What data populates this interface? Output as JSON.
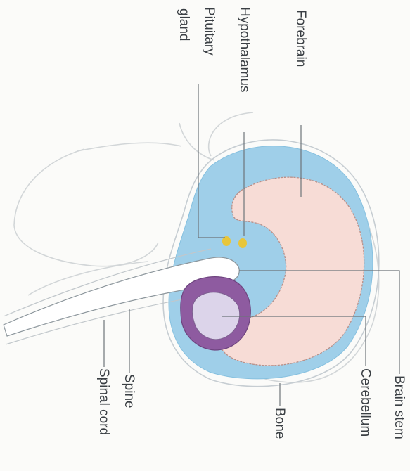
{
  "labels": {
    "forebrain": "Forebrain",
    "hypothalamus": "Hypothalamus",
    "pituitary_line1": "Pituitary",
    "pituitary_line2": "gland",
    "brain_stem": "Brain stem",
    "cerebellum": "Cerebellum",
    "bone": "Bone",
    "spine": "Spine",
    "spinal_cord": "Spinal cord"
  },
  "colors": {
    "fluid_blue": "#9fcfe9",
    "forebrain_pink": "#f7dcd6",
    "cerebellum_outer": "#8e5ba0",
    "cerebellum_inner": "#dcd4ea",
    "spinal_cord_white": "#ffffff",
    "pituitary_yellow": "#e8c63a",
    "leader_line": "#6d747a",
    "skin_outline": "#d2d6d8"
  }
}
